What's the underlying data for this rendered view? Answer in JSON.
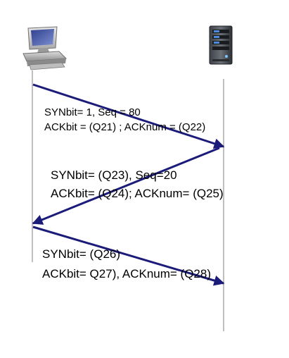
{
  "colors": {
    "arrow": "#1b1b7a",
    "timeline": "#7f7f7f",
    "text": "#000000"
  },
  "icons": {
    "left": "desktop-computer-icon",
    "right": "server-tower-icon"
  },
  "messages": [
    {
      "line1": "SYNbit= 1, Seq = 80",
      "line2": "ACKbit = (Q21) ; ACKnum = (Q22)"
    },
    {
      "line1": "SYNbit= (Q23), Seq=20",
      "line2": "ACKbit= (Q24); ACKnum= (Q25)"
    },
    {
      "line1": "SYNbit= (Q26)",
      "line2": "ACKbit= Q27), ACKnum= (Q28)"
    }
  ]
}
